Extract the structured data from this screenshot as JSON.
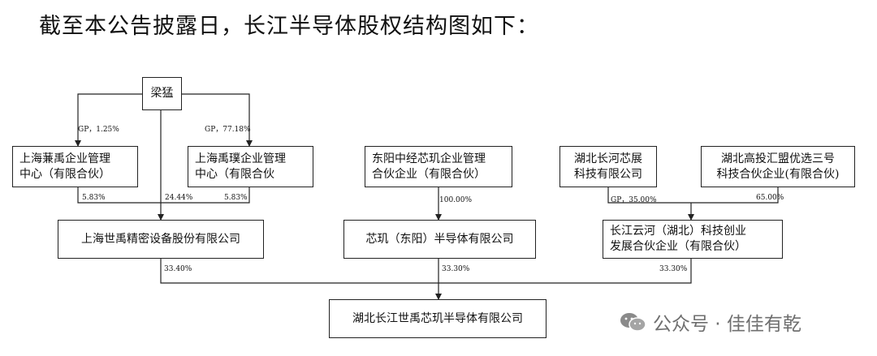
{
  "heading": "截至本公告披露日，长江半导体股权结构图如下：",
  "nodes": {
    "lm": "梁猛",
    "jy": "上海蒹禹企业管理\n中心（有限合伙）",
    "yp": "上海禹璞企业管理\n中心（有限合伙",
    "dy": "东阳中经芯玑企业管理\n合伙企业（有限合伙）",
    "hcx": "湖北长河芯展\n科技有限公司",
    "hgt": "湖北高投汇盟优选三号\n科技合伙企业(有限合伙)",
    "sy": "上海世禹精密设备股份有限公司",
    "xj": "芯玑（东阳）半导体有限公司",
    "cjy": "长江云河（湖北）科技创业\n发展合伙企业（有限合伙）",
    "target": "湖北长江世禹芯玑半导体有限公司"
  },
  "edge_labels": {
    "gp1": "GP，1.25%",
    "gp2": "GP，77.18%",
    "p1": "5.83%",
    "p2": "24.44%",
    "p3": "5.83%",
    "p4": "100.00%",
    "gp3": "GP，35.00%",
    "p5": "65.00%",
    "p6": "33.40%",
    "p7": "33.30%",
    "p8": "33.30%"
  },
  "watermark": "公众号 · 佳佳有乾"
}
